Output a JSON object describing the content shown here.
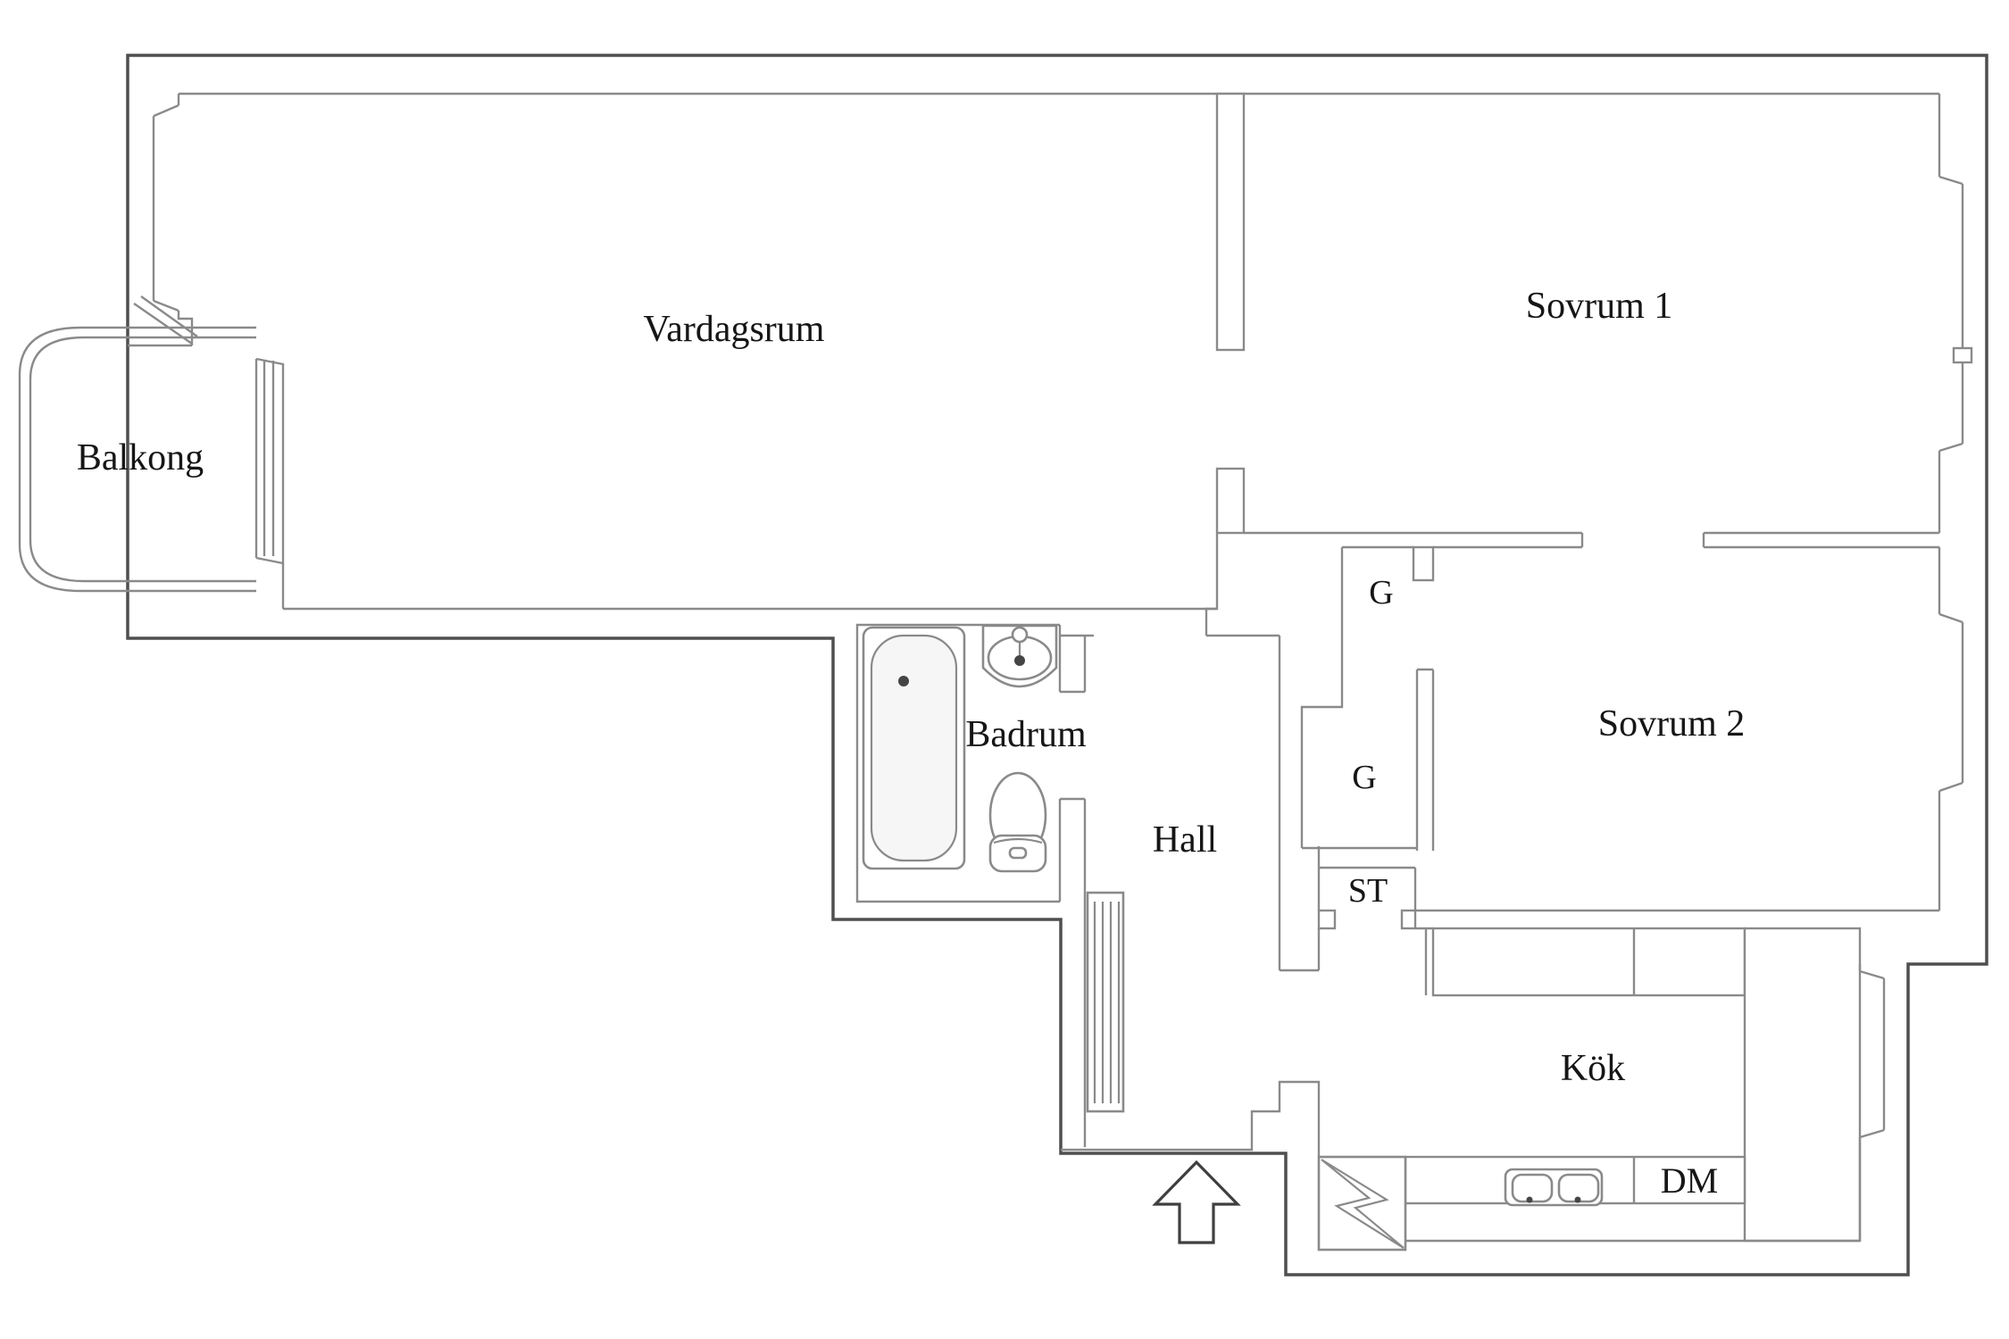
{
  "plan": {
    "type": "apartment-floor-plan",
    "rooms": {
      "balcony": {
        "label": "Balkong"
      },
      "living": {
        "label": "Vardagsrum"
      },
      "bedroom1": {
        "label": "Sovrum 1"
      },
      "bedroom2": {
        "label": "Sovrum 2"
      },
      "bathroom": {
        "label": "Badrum"
      },
      "hall": {
        "label": "Hall"
      },
      "kitchen": {
        "label": "Kök"
      },
      "wardrobe_a": {
        "label": "G"
      },
      "wardrobe_b": {
        "label": "G"
      },
      "cleaning": {
        "label": "ST"
      },
      "dishwasher": {
        "label": "DM"
      }
    },
    "fixtures": [
      "bathtub",
      "bathroom-sink",
      "toilet",
      "radiator",
      "stove",
      "kitchen-double-sink",
      "entrance-arrow",
      "balcony-railing",
      "window-left",
      "window-balcony",
      "window-bedroom1",
      "window-bedroom2",
      "window-kitchen"
    ],
    "colors": {
      "bg": "#ffffff",
      "wall_outer": "#4f4f4f",
      "wall_inner": "#8a8a8a",
      "fixture": "#8a8a8a",
      "label": "#161616",
      "tub_fill": "#f6f6f6"
    }
  }
}
